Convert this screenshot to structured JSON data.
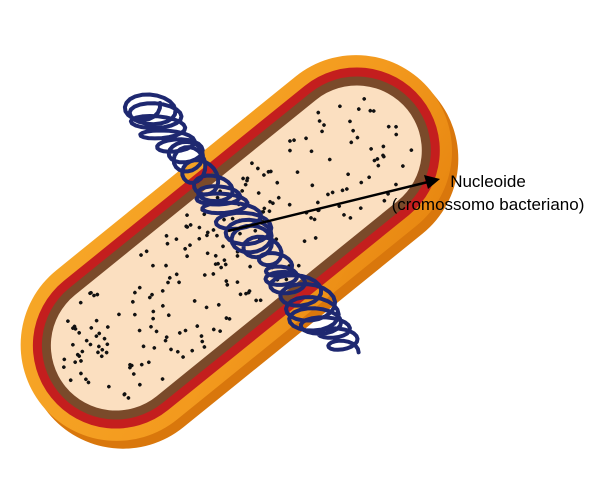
{
  "annotation": {
    "line1": "Nucleoide",
    "line2": "(cromossomo bacteriano)"
  },
  "colors": {
    "capsule": "#f39a1e",
    "capsule_shadow": "#e07f12",
    "cell_wall": "#c41e1e",
    "membrane": "#7a4a2a",
    "cytoplasm": "#fbdfc0",
    "ribosome_dots": "#111111",
    "nucleoid_dna": "#1e2870",
    "arrow": "#000000",
    "text": "#000000"
  },
  "icons": {
    "cell": "rod-shaped-bacterium",
    "pointer": "arrow-right"
  }
}
